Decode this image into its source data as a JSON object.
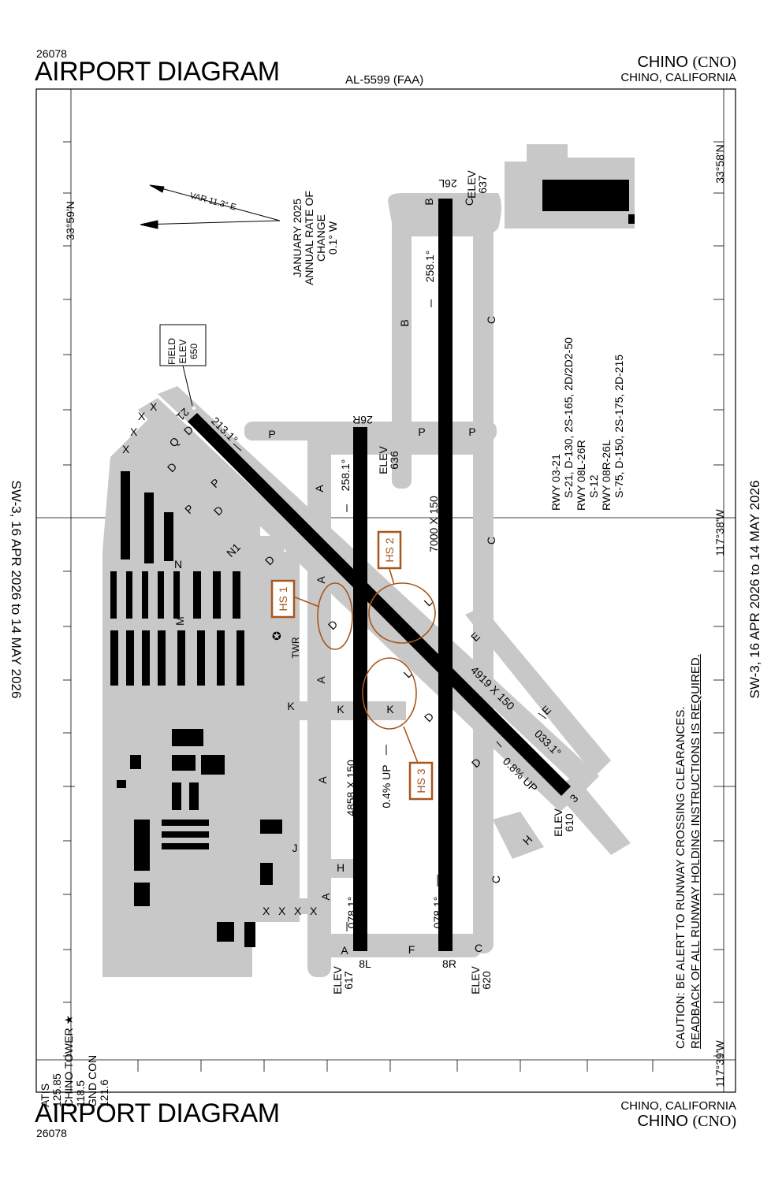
{
  "header": {
    "proc_number_top": "26078",
    "title_top": "AIRPORT DIAGRAM",
    "faa_number": "AL-5599 (FAA)",
    "airport_name": "CHINO",
    "airport_id": "(CNO)",
    "location": "CHINO, CALIFORNIA"
  },
  "footer": {
    "title_bottom": "AIRPORT DIAGRAM",
    "proc_number_bottom": "26078",
    "location": "CHINO, CALIFORNIA",
    "airport_name": "CHINO",
    "airport_id": "(CNO)"
  },
  "margins": {
    "left_effective": "SW-3,  16 APR 2026  to  14 MAY 2026",
    "right_effective": "SW-3,  16 APR 2026  to  14 MAY 2026"
  },
  "coordinates": {
    "lat_left": "33°59'N",
    "lat_right": "33°58'N",
    "lon_right_top": "117°38'W",
    "lon_right_bottom": "117°39'W"
  },
  "magnetic": {
    "var": "VAR 11.3° E",
    "date_line1": "JANUARY 2025",
    "date_line2": "ANNUAL RATE OF CHANGE",
    "date_line3": "0.1° W"
  },
  "field_elev": {
    "line1": "FIELD",
    "line2": "ELEV",
    "line3": "650"
  },
  "runways": [
    {
      "id": "26L",
      "elev_label": "ELEV",
      "elev": "637",
      "heading": "258.1°",
      "dims": "7000 X 150"
    },
    {
      "id": "8R",
      "elev_label": "ELEV",
      "elev": "620",
      "heading": "078.1°"
    },
    {
      "id": "26R",
      "elev_label": "ELEV",
      "elev": "636",
      "heading": "258.1°",
      "dims": "4858 X 150"
    },
    {
      "id": "8L",
      "elev_label": "ELEV",
      "elev": "617",
      "heading": "078.1°"
    },
    {
      "id": "21",
      "heading": "213.1°"
    },
    {
      "id": "3",
      "elev_label": "ELEV",
      "elev": "610",
      "heading": "033.1°",
      "dims": "4919 X 150"
    }
  ],
  "slopes": {
    "rwy26r": "0.4% UP",
    "rwy3": "0.8% UP"
  },
  "hotspots": [
    "HS 1",
    "HS 2",
    "HS 3"
  ],
  "twr": "TWR",
  "declared": {
    "l1": "RWY 03-21",
    "l2": "S-21, D-130,  2S-165, 2D/2D2-50",
    "l3": "RWY 08L-26R",
    "l4": "S-12",
    "l5": "RWY 08R-26L",
    "l6": "S-75, D-150, 2S-175, 2D-215"
  },
  "caution": {
    "line1": "CAUTION: BE ALERT TO RUNWAY CROSSING CLEARANCES.",
    "line2": "READBACK OF ALL RUNWAY HOLDING INSTRUCTIONS IS REQUIRED."
  },
  "comms": {
    "atis_label": "ATIS",
    "atis_freq": "125.85",
    "tower_label": "CHINO TOWER",
    "tower_freq": "118.5",
    "gnd_label": "GND CON",
    "gnd_freq": "121.6"
  },
  "taxiways": {
    "A": "A",
    "B": "B",
    "C": "C",
    "D": "D",
    "E": "E",
    "F": "F",
    "H": "H",
    "J": "J",
    "K": "K",
    "L": "L",
    "M": "M",
    "N": "N",
    "P": "P",
    "Q": "Q",
    "N1": "N1",
    "X": "X"
  },
  "colors": {
    "hotspot": "#a8561c",
    "pavement": "#c8c8c8",
    "runway": "#000000"
  }
}
